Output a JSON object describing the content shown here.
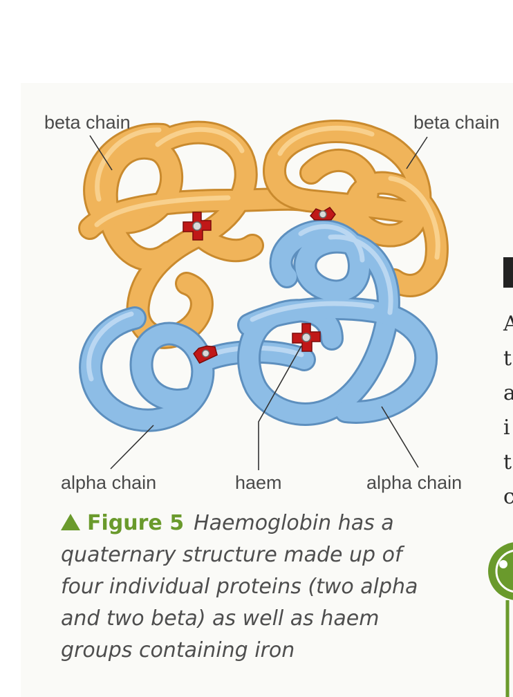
{
  "labels": {
    "beta_left": "beta chain",
    "beta_right": "beta chain",
    "alpha_left": "alpha chain",
    "haem": "haem",
    "alpha_right": "alpha chain"
  },
  "caption": {
    "figure_number": "Figure 5",
    "text": "Haemoglobin has a quaternary structure made up of four individual proteins (two alpha and two beta) as well as haem groups containing iron"
  },
  "side_text_letters": [
    "A",
    "t",
    "a",
    "i",
    "t",
    "c"
  ],
  "colors": {
    "beta": "#f0b45a",
    "alpha": "#8dbde6",
    "haem": "#c01818",
    "caption_accent": "#6a9a2c"
  },
  "icons": {
    "figure_marker": "triangle-up",
    "side_badge": "green-molecule-badge"
  }
}
